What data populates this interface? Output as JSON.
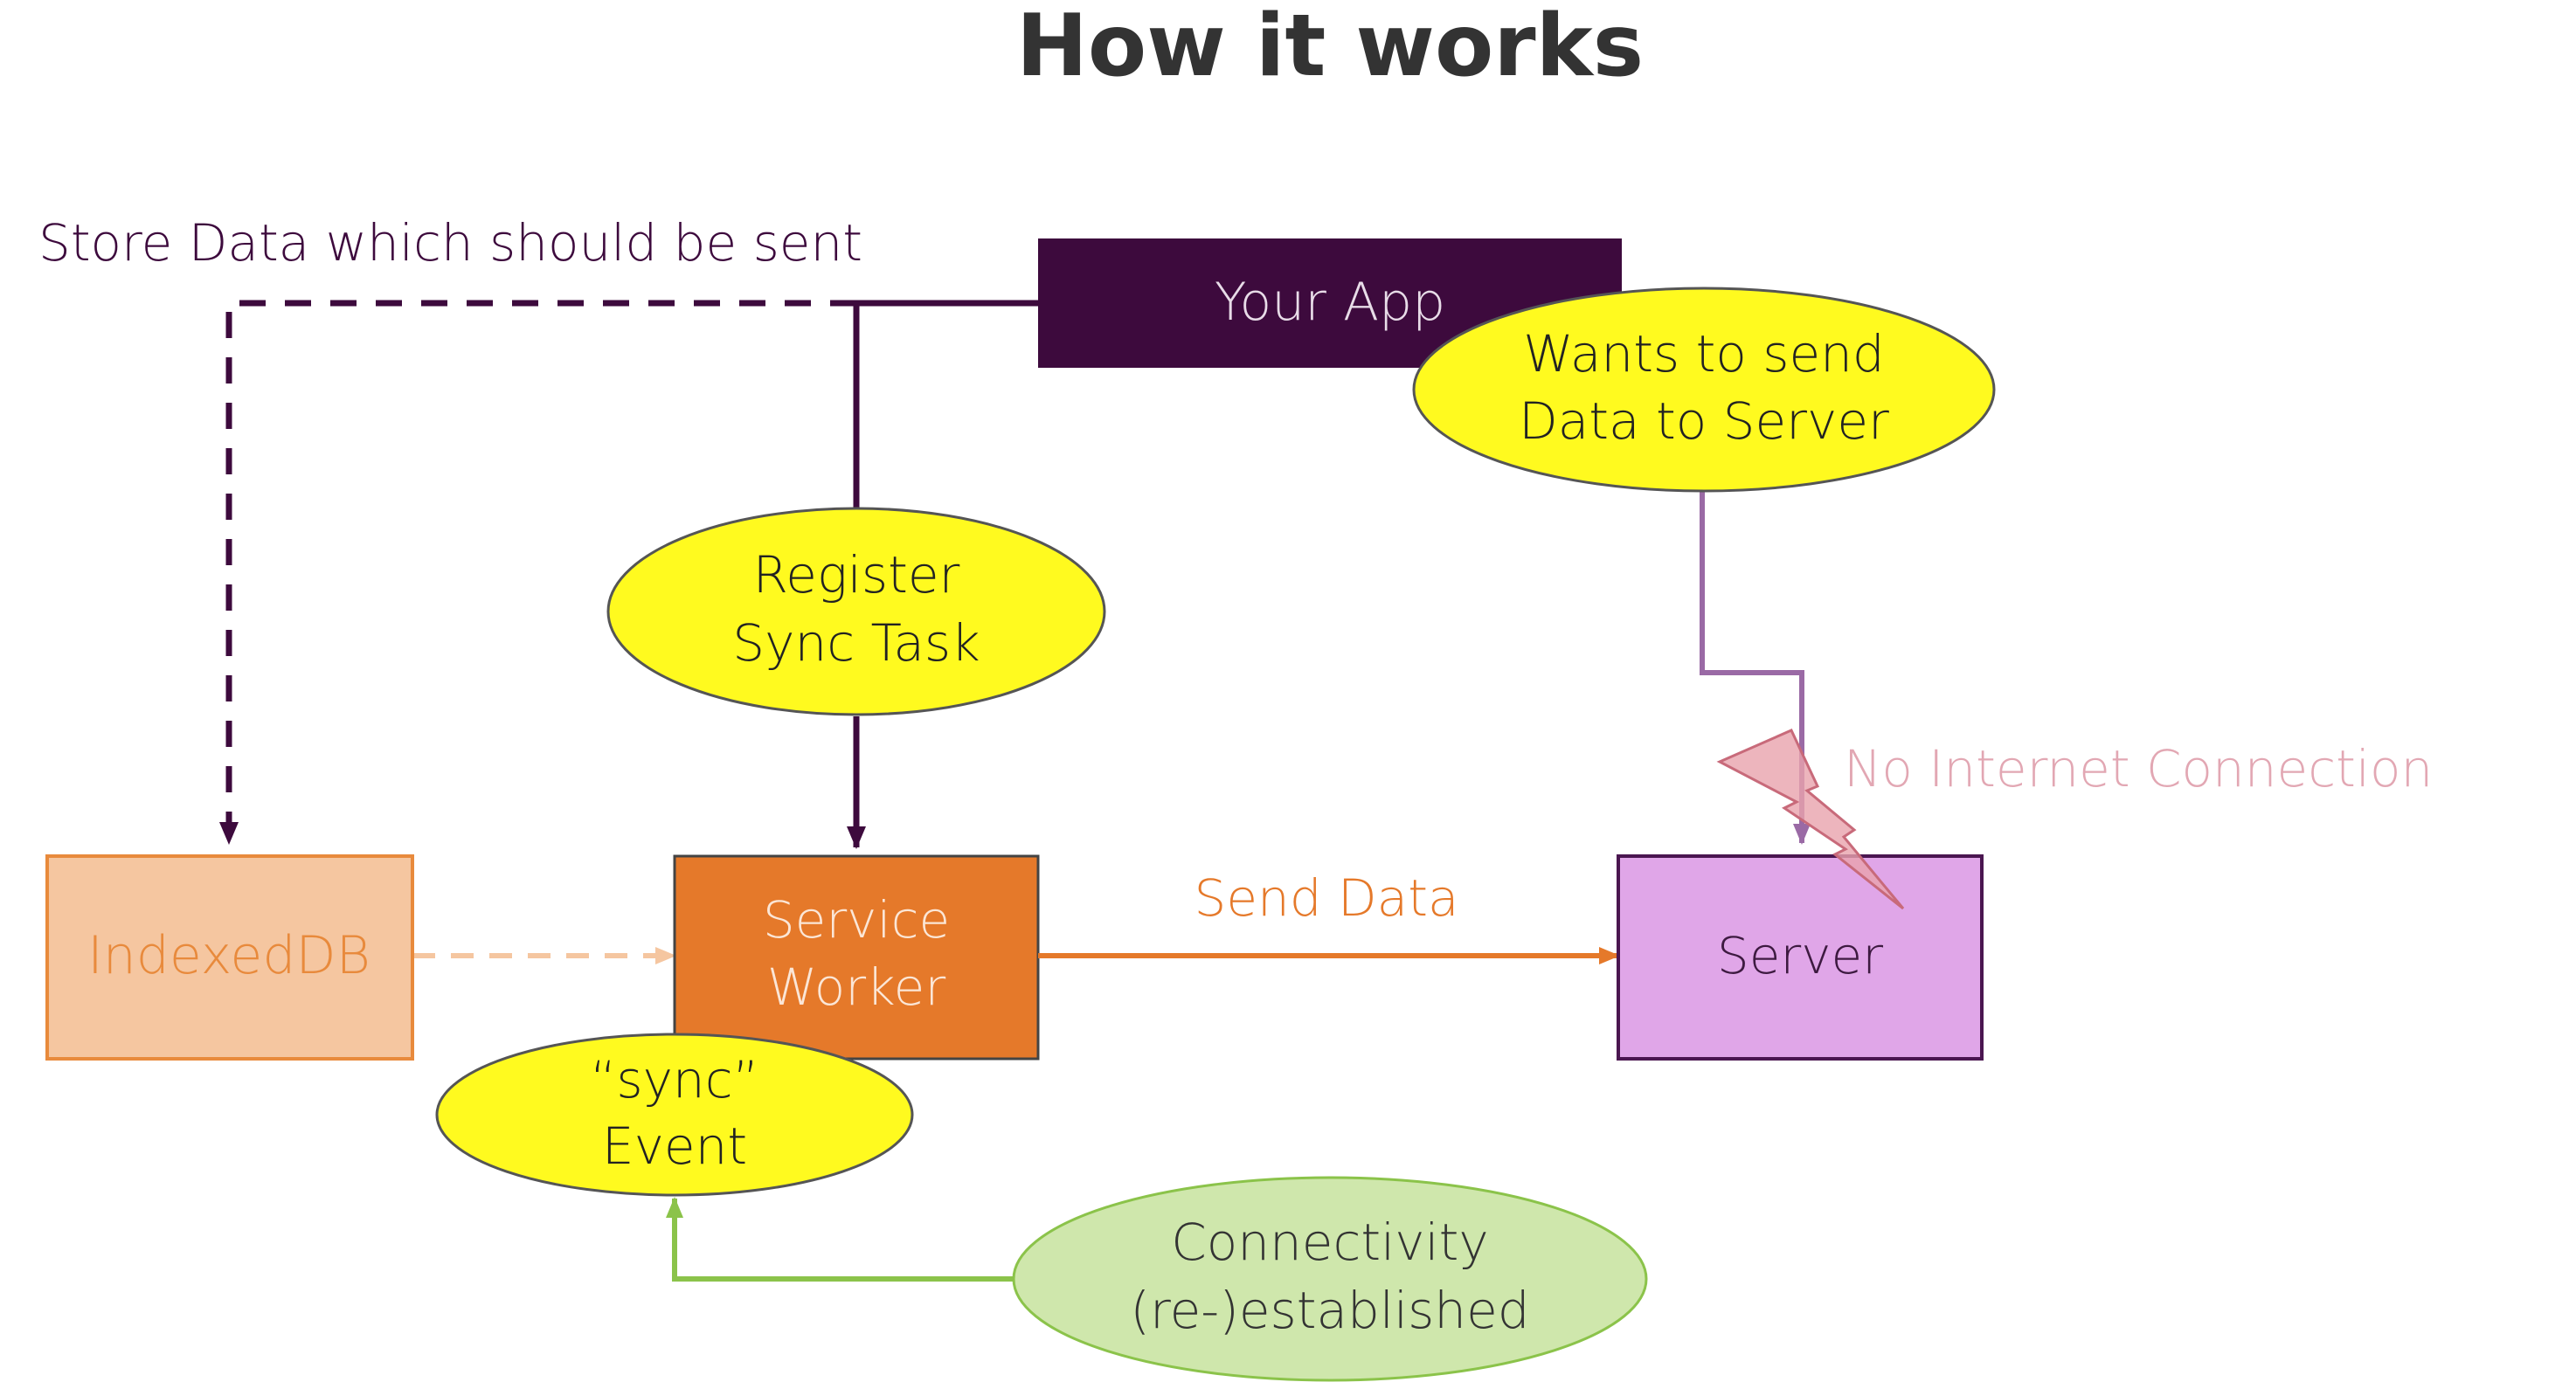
{
  "title": "How it works",
  "nodes": {
    "your_app": "Your App",
    "wants_line1": "Wants to send",
    "wants_line2": "Data to Server",
    "register_line1": "Register",
    "register_line2": "Sync Task",
    "indexeddb": "IndexedDB",
    "sw_line1": "Service",
    "sw_line2": "Worker",
    "server": "Server",
    "sync_line1": "“sync”",
    "sync_line2": "Event",
    "conn_line1": "Connectivity",
    "conn_line2": "(re-)established"
  },
  "edge_labels": {
    "store_data": "Store Data which should be sent",
    "send_data": "Send Data",
    "no_internet": "No Internet Connection"
  },
  "colors": {
    "app_fill": "#3d0a3d",
    "yellow": "#fffa1f",
    "indexeddb_fill": "#f5c6a0",
    "indexeddb_border": "#e88a3c",
    "sw_fill": "#e5792a",
    "server_fill": "#e0a6e8",
    "server_border": "#4a1650",
    "green_fill": "#cfe7ac",
    "green_line": "#8bc34a",
    "purple_line": "#3d0a3d",
    "orange_line": "#e5792a",
    "lightning": "#e8a3ad"
  },
  "icons": {
    "lightning": "lightning-bolt-icon"
  }
}
